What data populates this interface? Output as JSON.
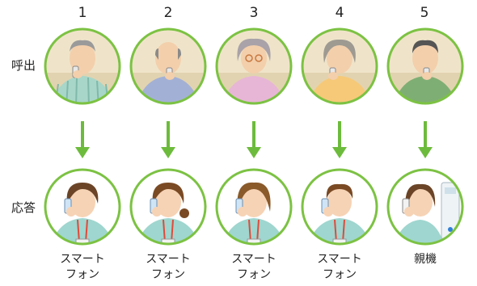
{
  "columns": [
    {
      "number": "1",
      "caller": "elderly-man-with-cane-phone",
      "responder": "female-staff",
      "responder_label_lines": [
        "スマート",
        "フォン"
      ]
    },
    {
      "number": "2",
      "caller": "bald-elderly-man-phone",
      "responder": "female-staff",
      "responder_label_lines": [
        "スマート",
        "フォン"
      ]
    },
    {
      "number": "3",
      "caller": "elderly-woman-with-glasses-phone",
      "responder": "female-staff",
      "responder_label_lines": [
        "スマート",
        "フォン"
      ]
    },
    {
      "number": "4",
      "caller": "elderly-woman-phone",
      "responder": "male-staff",
      "responder_label_lines": [
        "スマート",
        "フォン"
      ]
    },
    {
      "number": "5",
      "caller": "elderly-man-phone",
      "responder": "staff-at-base-station",
      "responder_label_lines": [
        "親機"
      ]
    }
  ],
  "rows": {
    "call_label": "呼出",
    "answer_label": "応答"
  },
  "colors": {
    "circle_border": "#7cc243",
    "arrow": "#6dbb3c",
    "call_bg": "#efe4c9",
    "answer_bg": "#ffffff"
  }
}
